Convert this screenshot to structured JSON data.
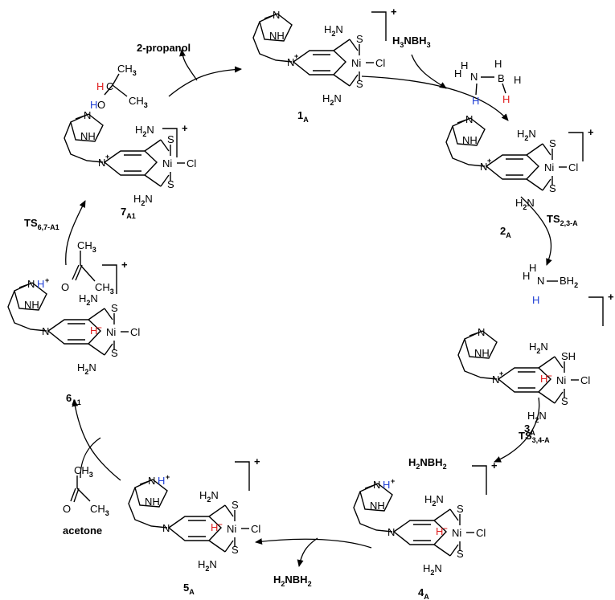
{
  "colors": {
    "proton_blue": "#1f3fd6",
    "hydride_red": "#e02020"
  },
  "cycle": {
    "step_labels": {
      "reagent_top": "H3NBH3",
      "ts23": "TS2,3-A",
      "ts34": "TS3,4-A",
      "byproduct_bottom": "H2NBH2",
      "reagent_left": "acetone",
      "ts67": "TS6,7-A1",
      "product_top": "2-propanol"
    },
    "compounds": [
      {
        "id": "1A",
        "main": "1",
        "sub": "A",
        "charge": "+"
      },
      {
        "id": "2A",
        "main": "2",
        "sub": "A",
        "charge": "+"
      },
      {
        "id": "3A",
        "main": "3",
        "sub": "A",
        "charge": "+"
      },
      {
        "id": "4A",
        "main": "4",
        "sub": "A",
        "charge": "+"
      },
      {
        "id": "5A",
        "main": "5",
        "sub": "A",
        "charge": "+"
      },
      {
        "id": "6A1",
        "main": "6",
        "sub": "A1",
        "charge": "+"
      },
      {
        "id": "7A1",
        "main": "7",
        "sub": "A1",
        "charge": "+"
      }
    ],
    "atom_labels": {
      "NH": "NH",
      "N": "N",
      "Nplus": "N+",
      "H2N": "H2N",
      "S": "S",
      "SH": "SH",
      "Ni": "Ni",
      "Cl": "Cl",
      "Hminus": "H−",
      "H": "H",
      "B": "B",
      "BH2": "BH2",
      "CH3": "CH3",
      "O": "O",
      "HO": "HO",
      "C": "C"
    },
    "fragments": {
      "h2nbh2_top": "H2NBH2"
    }
  }
}
